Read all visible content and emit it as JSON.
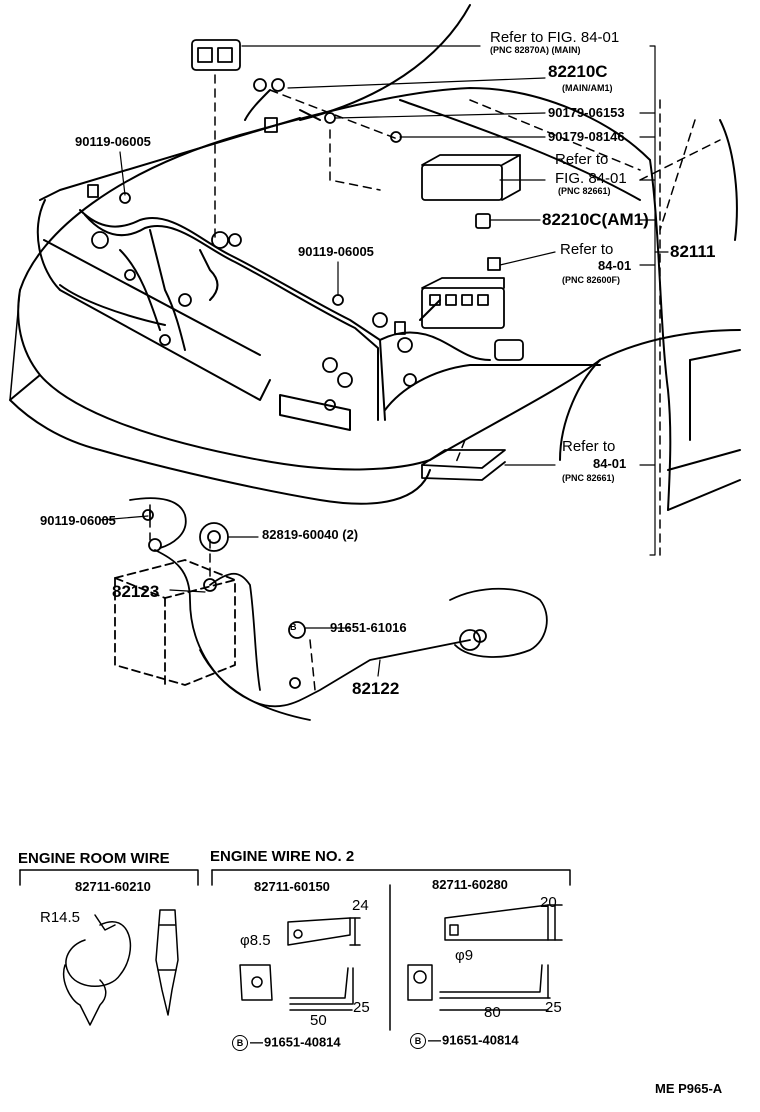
{
  "callouts": {
    "ref_fig_main_1": "Refer to FIG. 84-01",
    "ref_fig_main_2": "(PNC 82870A) (MAIN)",
    "part_82210c_main": "82210C",
    "part_82210c_main_sub": "(MAIN/AM1)",
    "part_90179_06153": "90179-06153",
    "part_90179_08146": "90179-08146",
    "ref_fig_b2661_1": "Refer to",
    "ref_fig_b2661_2": "FIG. 84-01",
    "ref_fig_b2661_3": "(PNC 82661)",
    "part_82210c_am1": "82210C(AM1)",
    "ref_82600f_1": "Refer to",
    "ref_82600f_2": "84-01",
    "ref_82600f_3": "(PNC 82600F)",
    "part_82111": "82111",
    "part_90119_06005_a": "90119-06005",
    "part_90119_06005_b": "90119-06005",
    "ref_lower_1": "Refer to",
    "ref_lower_2": "84-01",
    "ref_lower_3": "(PNC 82661)",
    "part_90119_06005_c": "90119-06005",
    "part_82819_60040": "82819-60040 (2)",
    "part_82123": "82123",
    "part_91651_61016": "91651-61016",
    "part_82122": "82122"
  },
  "detail": {
    "engine_room_wire_title": "ENGINE ROOM WIRE",
    "engine_wire_no2_title": "ENGINE WIRE NO. 2",
    "pn_82711_60210": "82711-60210",
    "pn_82711_60150": "82711-60150",
    "pn_82711_60280": "82711-60280",
    "r145": "R14.5",
    "phi85": "φ8.5",
    "phi9": "φ9",
    "dim24": "24",
    "dim25a": "25",
    "dim50": "50",
    "dim20": "20",
    "dim25b": "25",
    "dim80": "80",
    "bolt_left": "91651-40814",
    "bolt_right": "91651-40814",
    "bolt_marker": "B"
  },
  "footer": {
    "code": "ME  P965-A"
  }
}
